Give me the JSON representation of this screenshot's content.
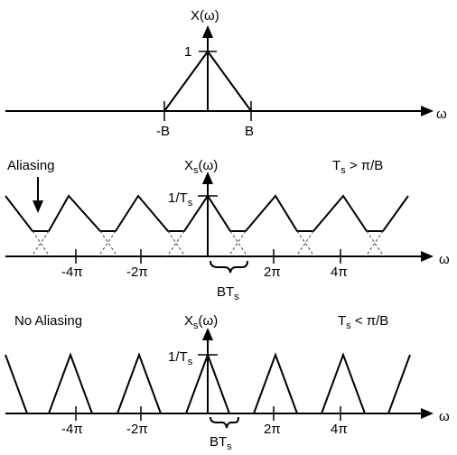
{
  "panel1": {
    "y_label": "X(ω)",
    "x_label": "ω",
    "peak_label": "1",
    "tick_labels": [
      "-B",
      "B"
    ]
  },
  "panel2": {
    "y_label_main": "X",
    "y_label_sub": "s",
    "y_label_arg": "(ω)",
    "x_label": "ω",
    "peak_label_main": "1/T",
    "peak_label_sub": "s",
    "condition_main": "T",
    "condition_sub": "s",
    "condition_rest": " > π/B",
    "note": "Aliasing",
    "tick_labels": [
      "-4π",
      "-2π",
      "2π",
      "4π"
    ],
    "brace_label_main": "BT",
    "brace_label_sub": "s"
  },
  "panel3": {
    "y_label_main": "X",
    "y_label_sub": "s",
    "y_label_arg": "(ω)",
    "x_label": "ω",
    "peak_label_main": "1/T",
    "peak_label_sub": "s",
    "condition_main": "T",
    "condition_sub": "s",
    "condition_rest": " < π/B",
    "note": "No Aliasing",
    "tick_labels": [
      "-4π",
      "-2π",
      "2π",
      "4π"
    ],
    "brace_label_main": "BT",
    "brace_label_sub": "s"
  }
}
